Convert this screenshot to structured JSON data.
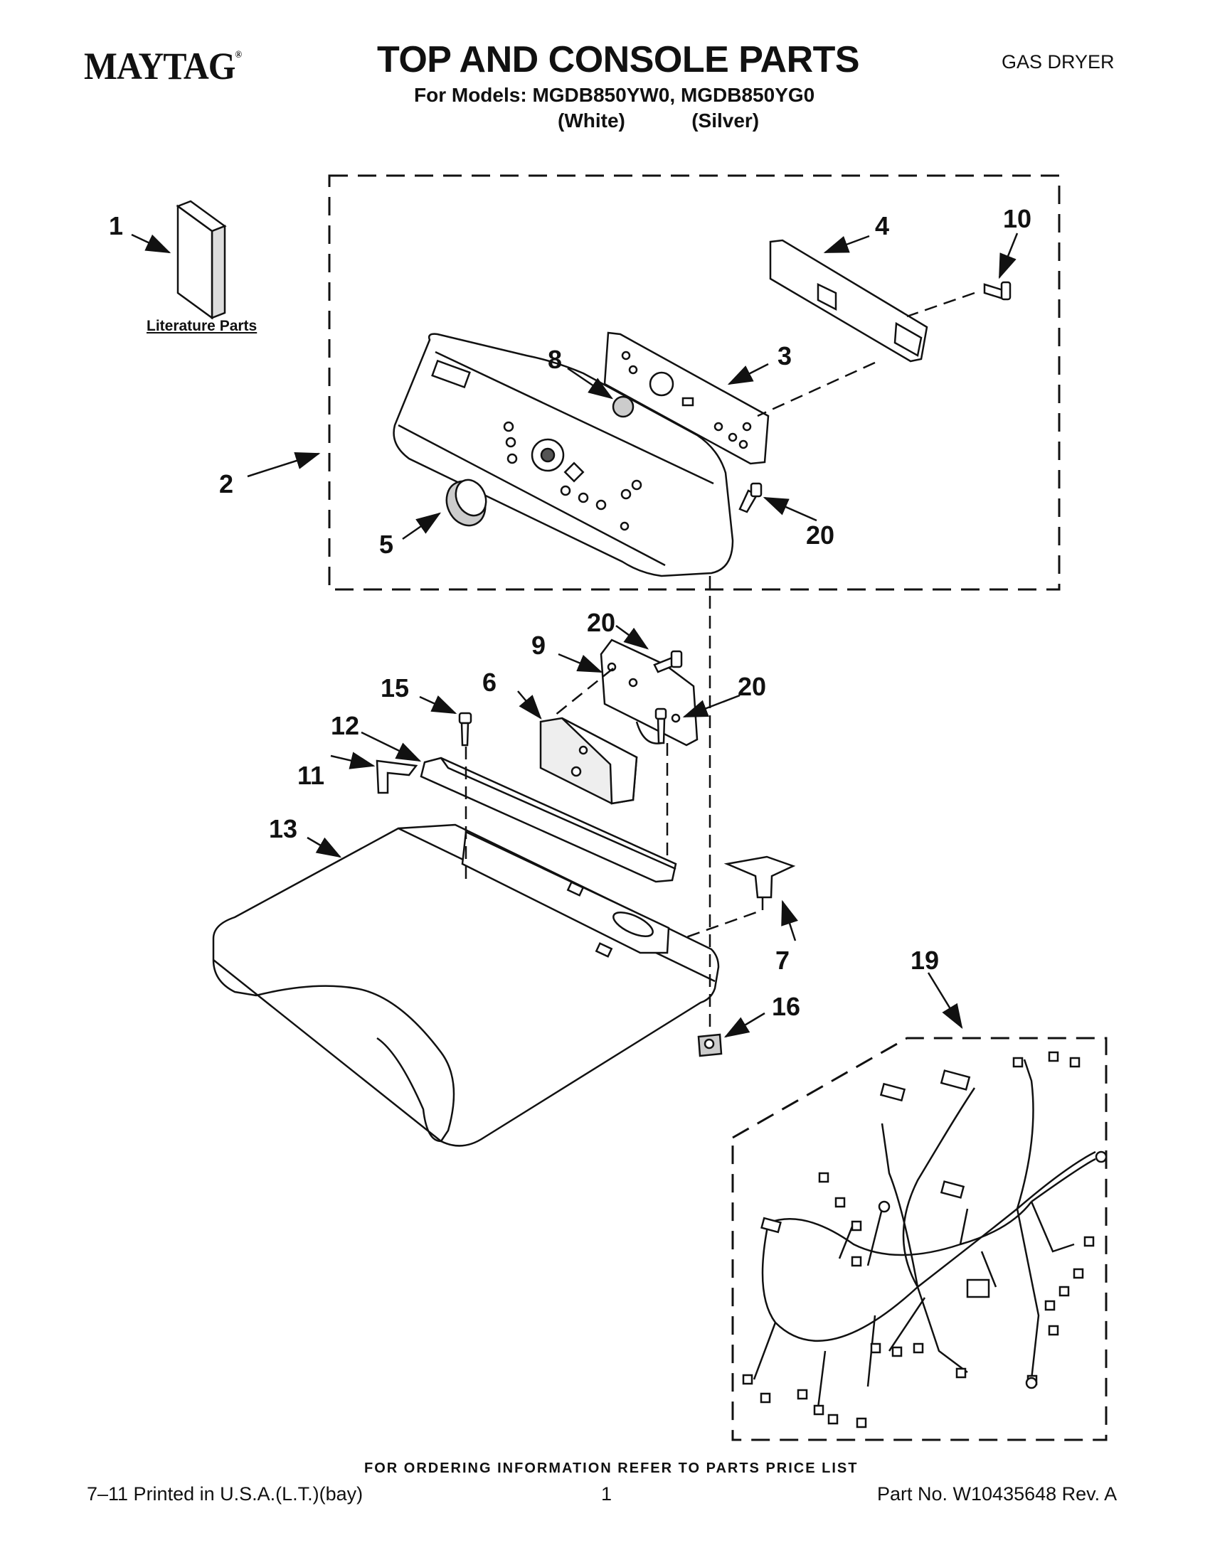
{
  "header": {
    "brand": "MAYTAG",
    "title": "TOP AND CONSOLE PARTS",
    "doc_type": "GAS DRYER",
    "models_line": "For Models: MGDB850YW0, MGDB850YG0",
    "variants_line": "(White)            (Silver)"
  },
  "diagram": {
    "literature_label": "Literature Parts",
    "callouts": [
      {
        "id": "c1",
        "label": "1"
      },
      {
        "id": "c2",
        "label": "2"
      },
      {
        "id": "c3",
        "label": "3"
      },
      {
        "id": "c4",
        "label": "4"
      },
      {
        "id": "c5",
        "label": "5"
      },
      {
        "id": "c6",
        "label": "6"
      },
      {
        "id": "c7",
        "label": "7"
      },
      {
        "id": "c8",
        "label": "8"
      },
      {
        "id": "c9",
        "label": "9"
      },
      {
        "id": "c10",
        "label": "10"
      },
      {
        "id": "c11",
        "label": "11"
      },
      {
        "id": "c12",
        "label": "12"
      },
      {
        "id": "c13",
        "label": "13"
      },
      {
        "id": "c15",
        "label": "15"
      },
      {
        "id": "c16",
        "label": "16"
      },
      {
        "id": "c19",
        "label": "19"
      },
      {
        "id": "c20a",
        "label": "20"
      },
      {
        "id": "c20b",
        "label": "20"
      },
      {
        "id": "c20c",
        "label": "20"
      }
    ]
  },
  "footer": {
    "ordering_note": "FOR ORDERING INFORMATION REFER TO PARTS PRICE LIST",
    "print_info": "7–11 Printed in U.S.A.(L.T.)(bay)",
    "page_number": "1",
    "part_number": "Part No. W10435648 Rev. A"
  }
}
